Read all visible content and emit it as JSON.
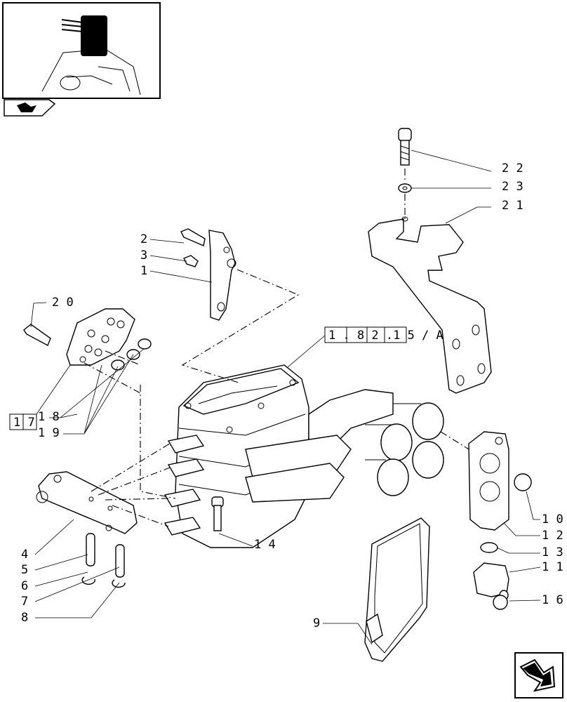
{
  "ref_box": {
    "text": "1 . 8 2 .1 5 / A"
  },
  "callouts": {
    "c1": "1",
    "c2": "2",
    "c3": "3",
    "c4": "4",
    "c5": "5",
    "c6": "6",
    "c7": "7",
    "c8": "8",
    "c9": "9",
    "c10": "1 0",
    "c11": "1 1",
    "c12": "1 2",
    "c13": "1 3",
    "c14": "1 4",
    "c16": "1 6",
    "c17": "1 7",
    "c18": "1 8",
    "c19": "1 9",
    "c20": "2 0",
    "c21": "2 1",
    "c22": "2 2",
    "c23": "2 3"
  },
  "icons": {
    "thumbnail": "tractor-location-thumbnail",
    "nav_prev": "previous-page-arrow-icon",
    "nav_next": "next-page-arrow-icon"
  }
}
